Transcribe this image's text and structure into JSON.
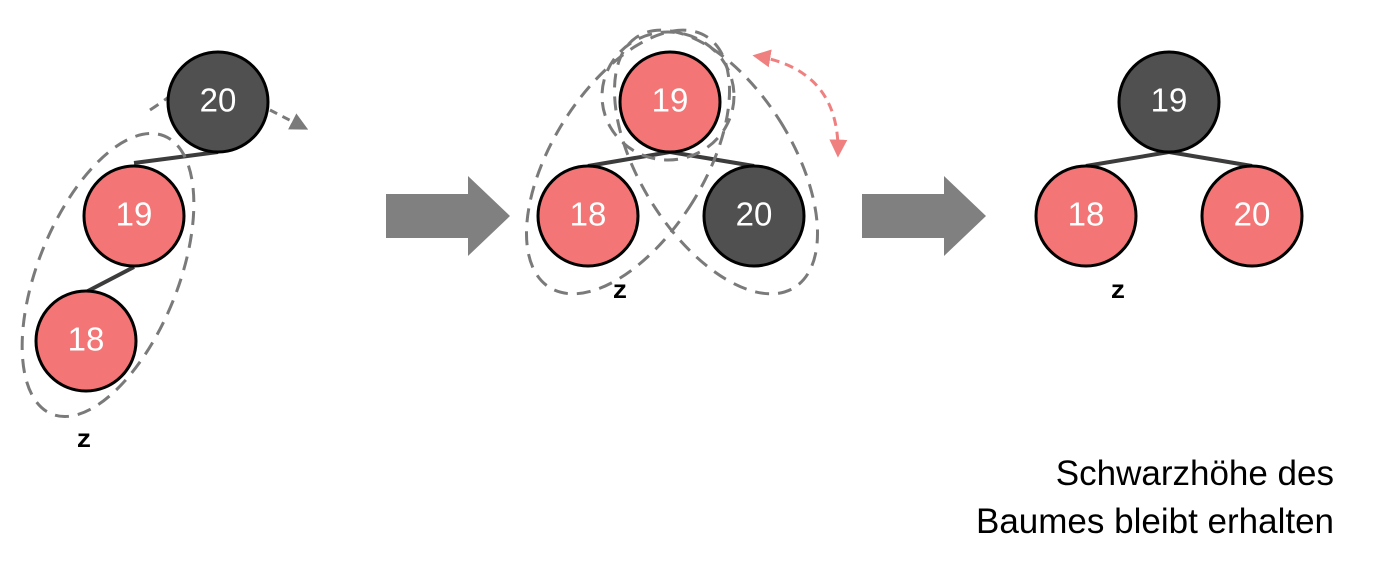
{
  "colors": {
    "red_node": "#f47575",
    "black_node": "#505050",
    "edge": "#3c3c3c",
    "dashed": "#7a7a7a",
    "rotation_arrow": "#f08080",
    "block_arrow": "#808080"
  },
  "icons": {
    "step_arrow": "right-arrow-icon",
    "rotation": "rotation-arrow-icon"
  },
  "stages": [
    {
      "nodes": [
        {
          "label": "20",
          "color": "black"
        },
        {
          "label": "19",
          "color": "red"
        },
        {
          "label": "18",
          "color": "red"
        }
      ],
      "z_label": "z"
    },
    {
      "nodes": [
        {
          "label": "19",
          "color": "red"
        },
        {
          "label": "18",
          "color": "red"
        },
        {
          "label": "20",
          "color": "black"
        }
      ],
      "z_label": "z"
    },
    {
      "nodes": [
        {
          "label": "19",
          "color": "black"
        },
        {
          "label": "18",
          "color": "red"
        },
        {
          "label": "20",
          "color": "red"
        }
      ],
      "z_label": "z"
    }
  ],
  "caption": {
    "line1": "Schwarzhöhe des",
    "line2": "Baumes bleibt erhalten"
  }
}
